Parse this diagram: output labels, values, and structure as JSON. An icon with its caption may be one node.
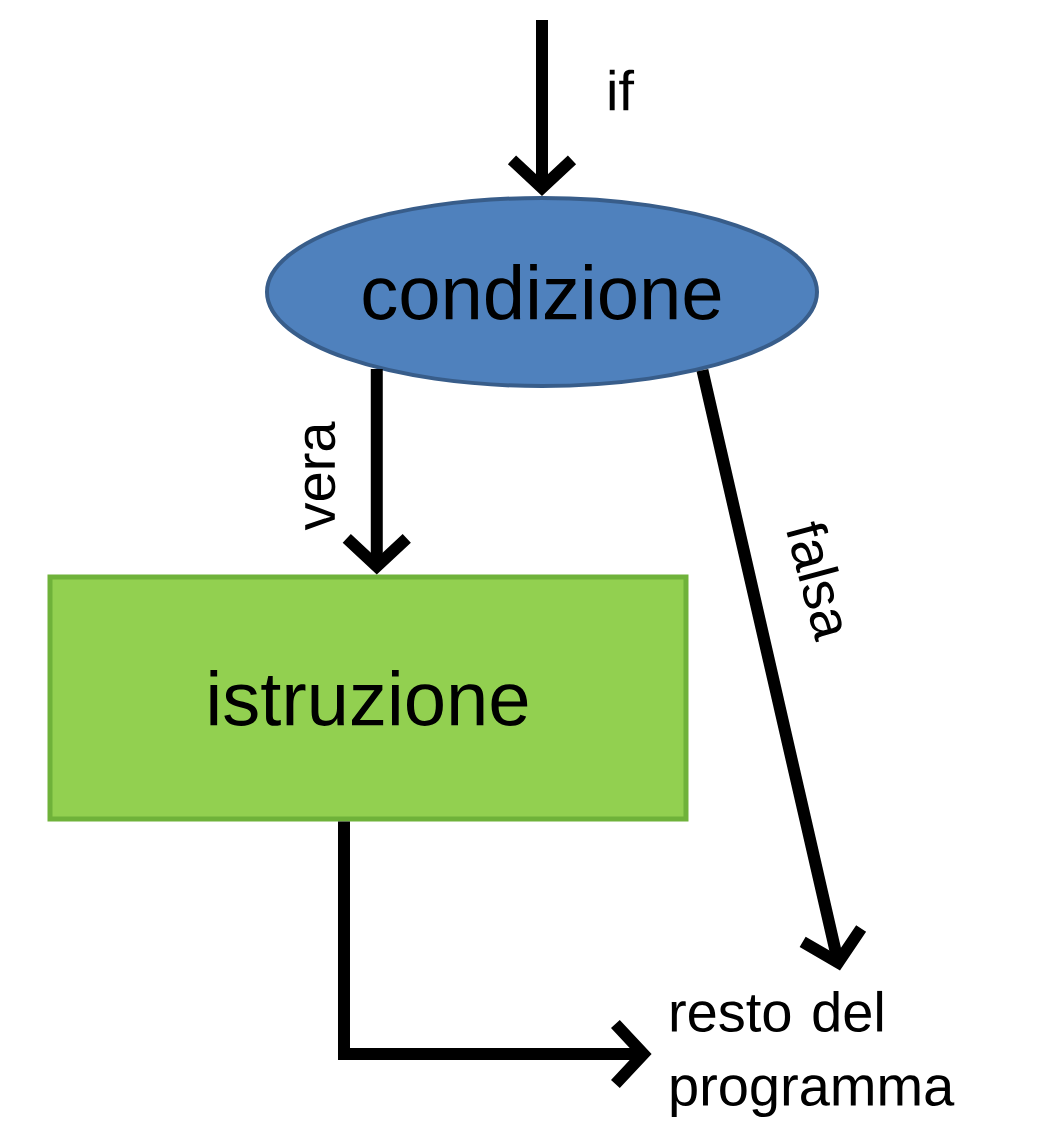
{
  "diagram": {
    "nodes": [
      {
        "text": [
          "condizione"
        ]
      },
      {
        "text": [
          "istruzione"
        ]
      },
      {
        "text": [
          "resto del programma"
        ]
      }
    ],
    "edges": [
      {
        "from": null,
        "to": 0,
        "arrow": "to",
        "label": "if"
      },
      {
        "from": 0,
        "to": 1,
        "arrow": "to",
        "label": "vera"
      },
      {
        "from": 0,
        "to": 2,
        "arrow": "to",
        "label": "falsa"
      },
      {
        "from": 1,
        "to": 2,
        "arrow": "to"
      }
    ]
  }
}
